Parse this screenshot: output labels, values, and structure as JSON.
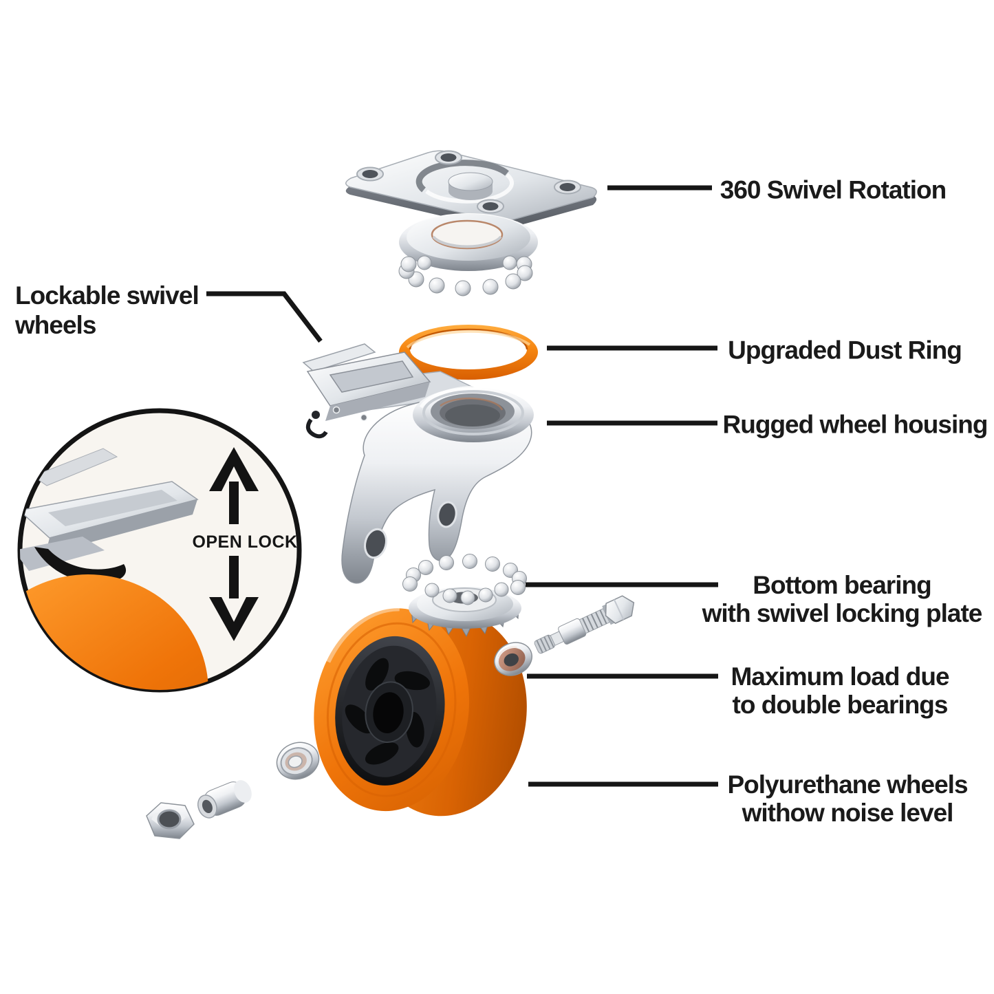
{
  "colors": {
    "accent_orange": "#EF7409",
    "orange_dark": "#D85F02",
    "line_black": "#161616",
    "metal_silver": "#C6CBD1",
    "hub_black": "#1B1D20",
    "inset_background": "#F8F5F0"
  },
  "left_label": {
    "line1": "Lockable swivel",
    "line2": "wheels"
  },
  "inset": {
    "label": "OPEN LOCK"
  },
  "right_labels": {
    "r1": {
      "line1": "360 Swivel Rotation"
    },
    "r2": {
      "line1": "Upgraded Dust Ring"
    },
    "r3": {
      "line1": "Rugged wheel housing"
    },
    "r4": {
      "line1": "Bottom bearing",
      "line2": "with swivel locking plate"
    },
    "r5": {
      "line1": "Maximum load due",
      "line2": "to double bearings"
    },
    "r6": {
      "line1": "Polyurethane wheels",
      "line2": "withow noise level"
    }
  }
}
